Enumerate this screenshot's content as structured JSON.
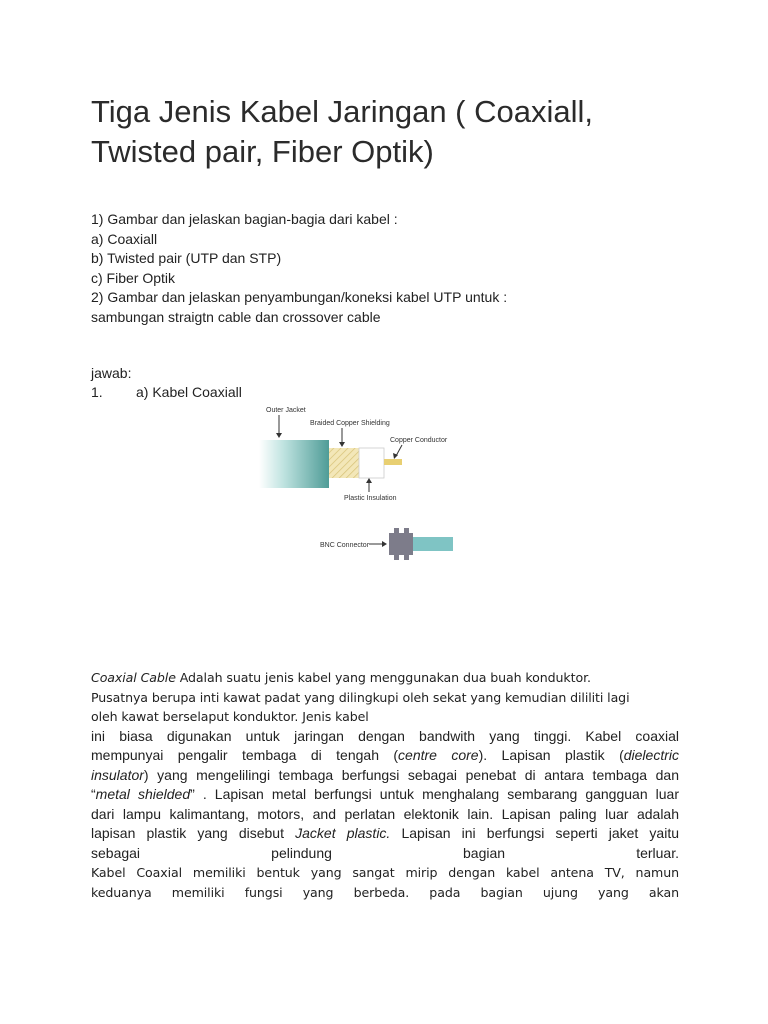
{
  "document": {
    "title": "Tiga Jenis Kabel Jaringan ( Coaxiall, Twisted pair, Fiber Optik)",
    "questions": [
      "1) Gambar dan jelaskan bagian-bagia dari kabel :",
      "a) Coaxiall",
      "b) Twisted pair (UTP dan STP)",
      "c) Fiber Optik",
      "2) Gambar dan jelaskan penyambungan/koneksi kabel UTP untuk :",
      "sambungan straigtn cable dan crossover cable"
    ],
    "answer_label": "jawab:",
    "answer_number": "1.",
    "answer_heading": "a) Kabel Coaxiall",
    "figure": {
      "outer_jacket": "Outer Jacket",
      "braided_shielding": "Braided Copper Shielding",
      "copper_conductor": "Copper Conductor",
      "plastic_insulation": "Plastic Insulation",
      "bnc_connector": "BNC Connector"
    },
    "paragraph": {
      "l1_italic": "Coaxial Cable",
      "l1_rest": " Adalah suatu jenis kabel yang menggunakan dua buah konduktor.",
      "l2": "Pusatnya berupa inti kawat padat yang dilingkupi oleh sekat yang kemudian dililiti lagi",
      "l3": "oleh kawat berselaput konduktor. Jenis kabel",
      "l4": "ini biasa digunakan untuk jaringan dengan bandwith yang tinggi. Kabel coaxial",
      "l5_a": "mempunyai pengalir tembaga di tengah (",
      "l5_i": "centre core",
      "l5_b": "). Lapisan plastik (",
      "l5_i2": "dielectric",
      "l6_i": "insulator",
      "l6_b": ") yang mengelilingi tembaga berfungsi sebagai penebat di antara tembaga dan",
      "l7_a": "“",
      "l7_i": "metal shielded",
      "l7_b": "” . Lapisan metal berfungsi untuk menghalang sembarang gangguan luar",
      "l8": "dari lampu kalimantang, motors, and perlatan elektonik lain. Lapisan paling luar adalah",
      "l9_a": "lapisan plastik yang disebut ",
      "l9_i": "Jacket plastic.",
      "l9_b": " Lapisan ini berfungsi seperti jaket yaitu",
      "l10": "sebagai pelindung bagian terluar.",
      "l11": "Kabel Coaxial memiliki bentuk yang sangat mirip dengan kabel antena TV, namun",
      "l12": "keduanya memiliki fungsi yang berbeda. pada bagian ujung yang akan"
    }
  }
}
